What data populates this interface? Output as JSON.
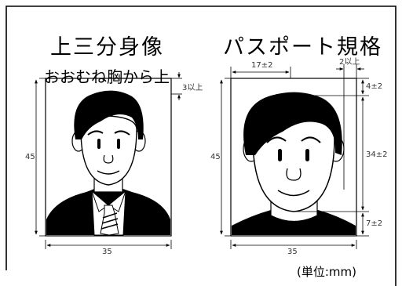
{
  "left_panel": {
    "title": "上三分身像",
    "subtitle": "おおむね胸から上",
    "dim_top_margin": "3以上",
    "dim_height": "45",
    "dim_width": "35"
  },
  "right_panel": {
    "title": "パスポート規格",
    "dim_face_offset": "17±2",
    "dim_side_margin": "2以上",
    "dim_top_margin": "4±2",
    "dim_face_height": "34±2",
    "dim_height": "45",
    "dim_bottom": "7±2",
    "dim_width": "35"
  },
  "unit_note": "(単位:mm)"
}
